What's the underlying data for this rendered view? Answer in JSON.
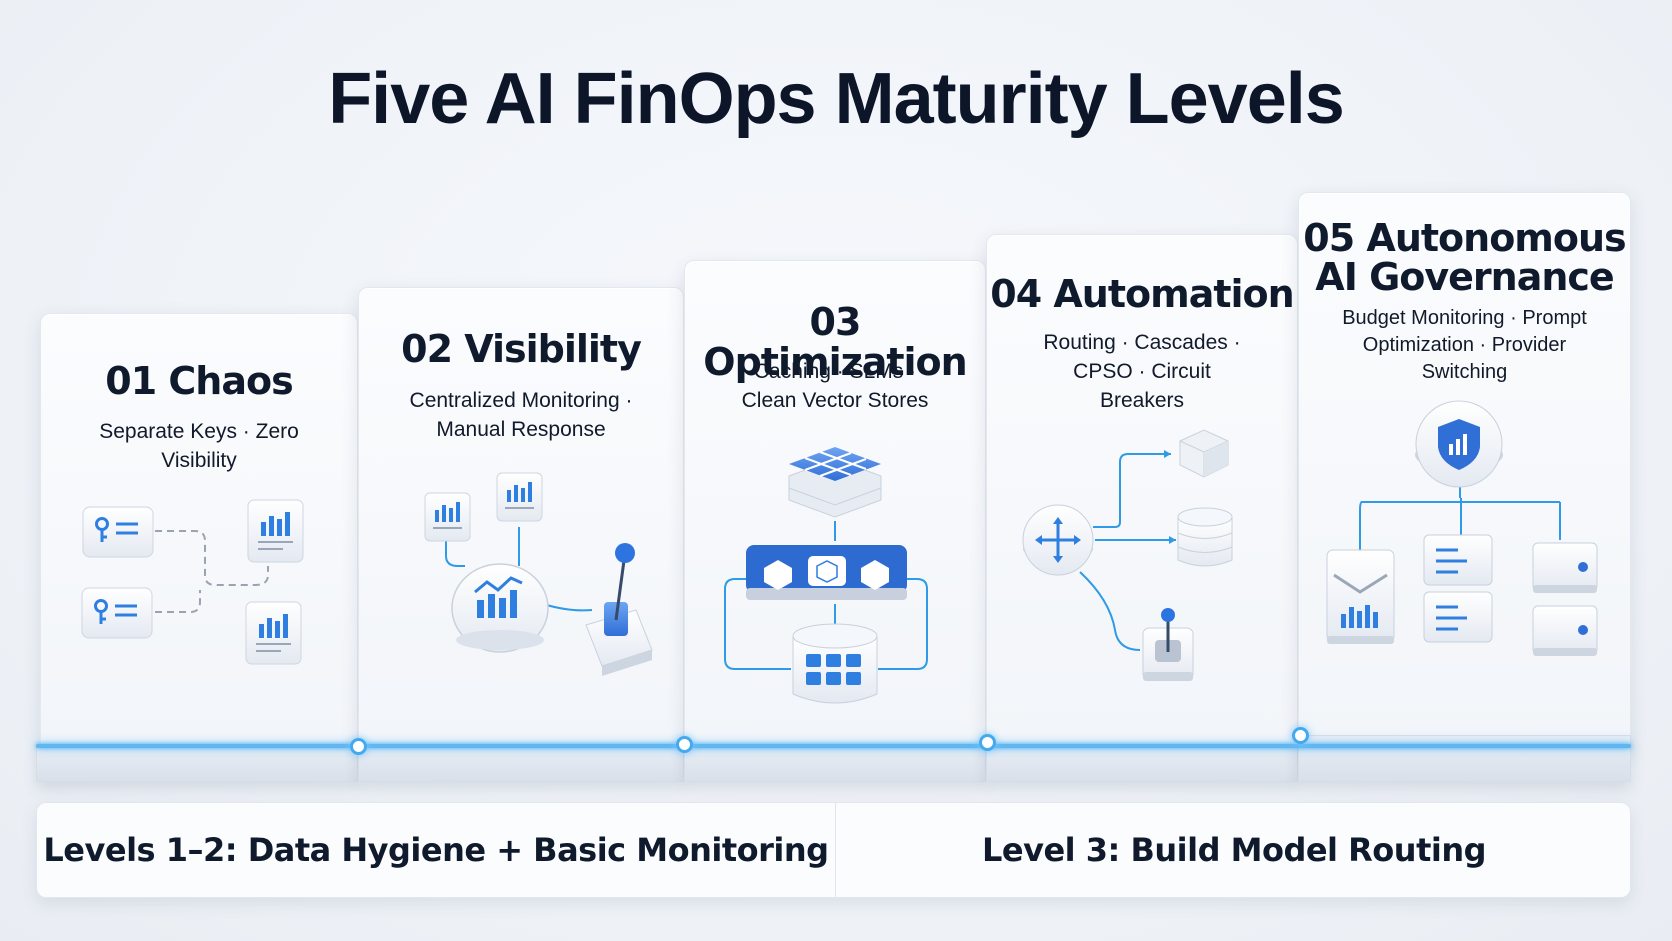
{
  "title": "Five AI FinOps Maturity Levels",
  "levels": [
    {
      "number": "01",
      "name": "Chaos",
      "title": "01 Chaos",
      "subtitle": "Separate Keys · Zero Visibility"
    },
    {
      "number": "02",
      "name": "Visibility",
      "title": "02 Visibility",
      "subtitle": "Centralized Monitoring · Manual Response"
    },
    {
      "number": "03",
      "name": "Optimization",
      "title": "03 Optimization",
      "subtitle": "Caching · SLMs · Clean Vector Stores"
    },
    {
      "number": "04",
      "name": "Automation",
      "title": "04 Automation",
      "subtitle": "Routing · Cascades · CPSO · Circuit Breakers"
    },
    {
      "number": "05",
      "name": "Autonomous AI Governance",
      "title_line1": "05 Autonomous",
      "title_line2": "AI Governance",
      "subtitle": "Budget Monitoring · Prompt Optimization · Provider Switching"
    }
  ],
  "bottom": {
    "left": "Levels 1–2: Data Hygiene + Basic Monitoring",
    "right": "Level 3: Build Model Routing"
  },
  "colors": {
    "accent": "#2f7fe0",
    "glow": "#5fb7f2",
    "icon_blue": "#3b7be6",
    "background": "#eef2f7"
  },
  "icons": {
    "level1": [
      "key-card-icon",
      "key-card-icon",
      "bar-chart-icon",
      "bar-chart-icon"
    ],
    "level2": [
      "bar-chart-icon",
      "bar-chart-icon",
      "monitor-dashboard-icon",
      "joystick-icon"
    ],
    "level3": [
      "cache-grid-icon",
      "router-pipeline-icon",
      "database-icon"
    ],
    "level4": [
      "routing-hub-icon",
      "cube-icon",
      "database-icon",
      "joystick-icon"
    ],
    "level5": [
      "shield-chart-icon",
      "chart-panel-icon",
      "document-icon",
      "server-icon"
    ]
  }
}
